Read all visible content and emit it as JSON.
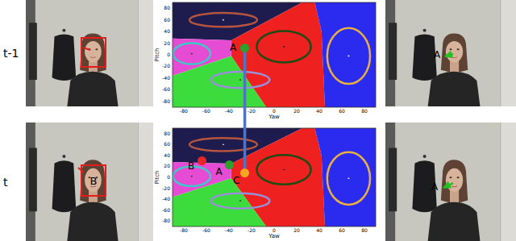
{
  "diagram": {
    "nodes": [
      {
        "text": [
          "A"
        ]
      },
      {
        "text": [
          "B"
        ]
      },
      {
        "text": [
          "B"
        ]
      },
      {
        "text": [
          "A"
        ]
      },
      {
        "text": [
          "C"
        ]
      }
    ],
    "edges": [
      {
        "from": 0,
        "to": 4,
        "arrow": "none"
      }
    ],
    "labels": [
      "t-1",
      "t",
      "80",
      "60",
      "40",
      "20",
      "0",
      "-20",
      "-40",
      "-60",
      "-80",
      "-80",
      "-60",
      "-40",
      "-20",
      "0",
      "20",
      "40",
      "60",
      "80",
      "Pitch",
      "Yaw",
      "80",
      "60",
      "40",
      "20",
      "0",
      "-20",
      "-40",
      "-60",
      "-80",
      "-80",
      "-60",
      "-40",
      "-20",
      "0",
      "20",
      "40",
      "60",
      "80",
      "Pitch",
      "Yaw",
      "A",
      "A"
    ]
  }
}
